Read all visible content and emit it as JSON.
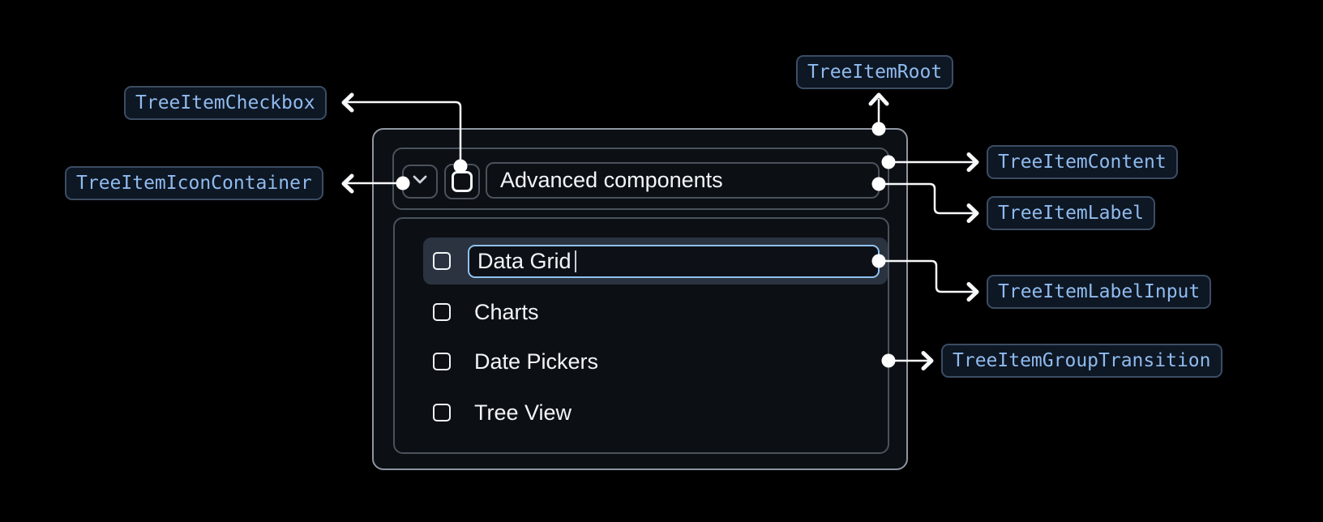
{
  "badges": {
    "checkbox": "TreeItemCheckbox",
    "iconContainer": "TreeItemIconContainer",
    "root": "TreeItemRoot",
    "content": "TreeItemContent",
    "label": "TreeItemLabel",
    "labelInput": "TreeItemLabelInput",
    "groupTransition": "TreeItemGroupTransition"
  },
  "tree": {
    "parent": {
      "label": "Advanced components"
    },
    "editing": {
      "value": "Data Grid"
    },
    "children": [
      "Charts",
      "Date Pickers",
      "Tree View"
    ]
  },
  "icons": {
    "expand": "chevron-down",
    "checkbox_state": "unchecked"
  },
  "colors": {
    "background": "#000000",
    "panel_bg": "#0c0f14",
    "panel_border": "#8e96a0",
    "inner_border": "#4a525c",
    "row_highlight": "#2a333f",
    "input_focus_border": "#90c1f1",
    "text": "#f2f5f8",
    "badge_bg": "#0e1724",
    "badge_border": "#3b4d63",
    "badge_text": "#8fbbee",
    "connector": "#f7f9fb"
  }
}
